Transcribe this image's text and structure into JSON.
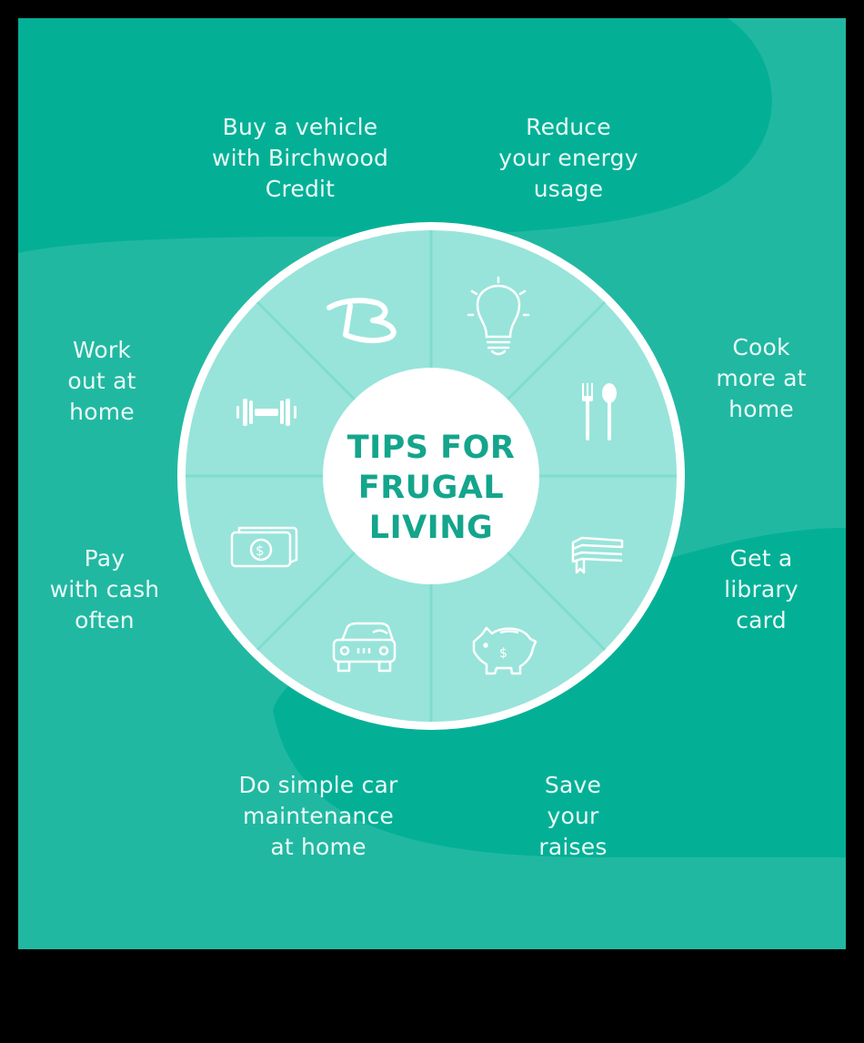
{
  "title": {
    "lines": [
      "TIPS FOR",
      "FRUGAL",
      "LIVING"
    ]
  },
  "colors": {
    "background": "#000000",
    "panel": "#21b8a2",
    "panel_dark": "#03b096",
    "wheel_segment": "#98e4da",
    "wheel_divider": "#7fdccf",
    "ring": "#ffffff",
    "center": "#ffffff",
    "title_text": "#14a58c",
    "label_text": "#eafaf6",
    "icon_stroke": "#ffffff"
  },
  "tips": [
    {
      "id": "birchwood",
      "icon": "birchwood-b-logo-icon",
      "lines": [
        "Buy a vehicle",
        "with Birchwood",
        "Credit"
      ]
    },
    {
      "id": "energy",
      "icon": "lightbulb-icon",
      "lines": [
        "Reduce",
        "your energy",
        "usage"
      ]
    },
    {
      "id": "cook",
      "icon": "fork-spoon-icon",
      "lines": [
        "Cook",
        "more at",
        "home"
      ]
    },
    {
      "id": "library",
      "icon": "books-icon",
      "lines": [
        "Get a",
        "library",
        "card"
      ]
    },
    {
      "id": "raises",
      "icon": "piggy-bank-icon",
      "lines": [
        "Save",
        "your",
        "raises"
      ]
    },
    {
      "id": "car",
      "icon": "car-icon",
      "lines": [
        "Do simple car",
        "maintenance",
        "at home"
      ]
    },
    {
      "id": "cash",
      "icon": "cash-bill-icon",
      "lines": [
        "Pay",
        "with cash",
        "often"
      ]
    },
    {
      "id": "workout",
      "icon": "dumbbell-icon",
      "lines": [
        "Work",
        "out at",
        "home"
      ]
    }
  ]
}
